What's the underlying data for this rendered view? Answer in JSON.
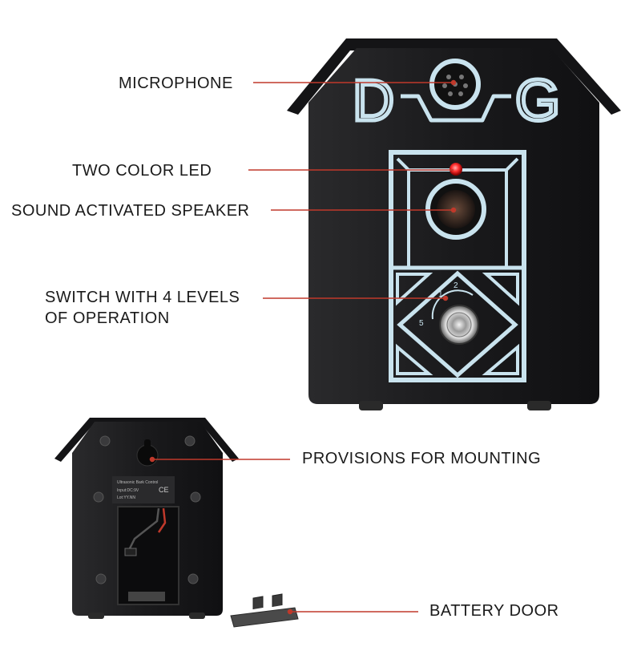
{
  "labels": {
    "microphone": "MICROPHONE",
    "led": "TWO COLOR LED",
    "speaker": "SOUND ACTIVATED SPEAKER",
    "switch_line1": "SWITCH WITH 4 LEVELS",
    "switch_line2": "OF OPERATION",
    "mounting": "PROVISIONS FOR MOUNTING",
    "battery_door": "BATTERY DOOR"
  },
  "device_front": {
    "logo_left": "D",
    "logo_right": "G",
    "dial_levels": [
      "1",
      "2",
      "5"
    ]
  },
  "device_back": {
    "sticker_title": "Ultrasonic Bark Control",
    "sticker_line2": "Input:DC:9V",
    "sticker_line3": "Lot:YY.NN",
    "ce_mark": "CE"
  },
  "colors": {
    "device_body": "#1c1c1e",
    "device_outline": "#c9e3ee",
    "leader_line": "#c0392b",
    "led_red": "#ff3030",
    "label_text": "#1a1a1a"
  }
}
